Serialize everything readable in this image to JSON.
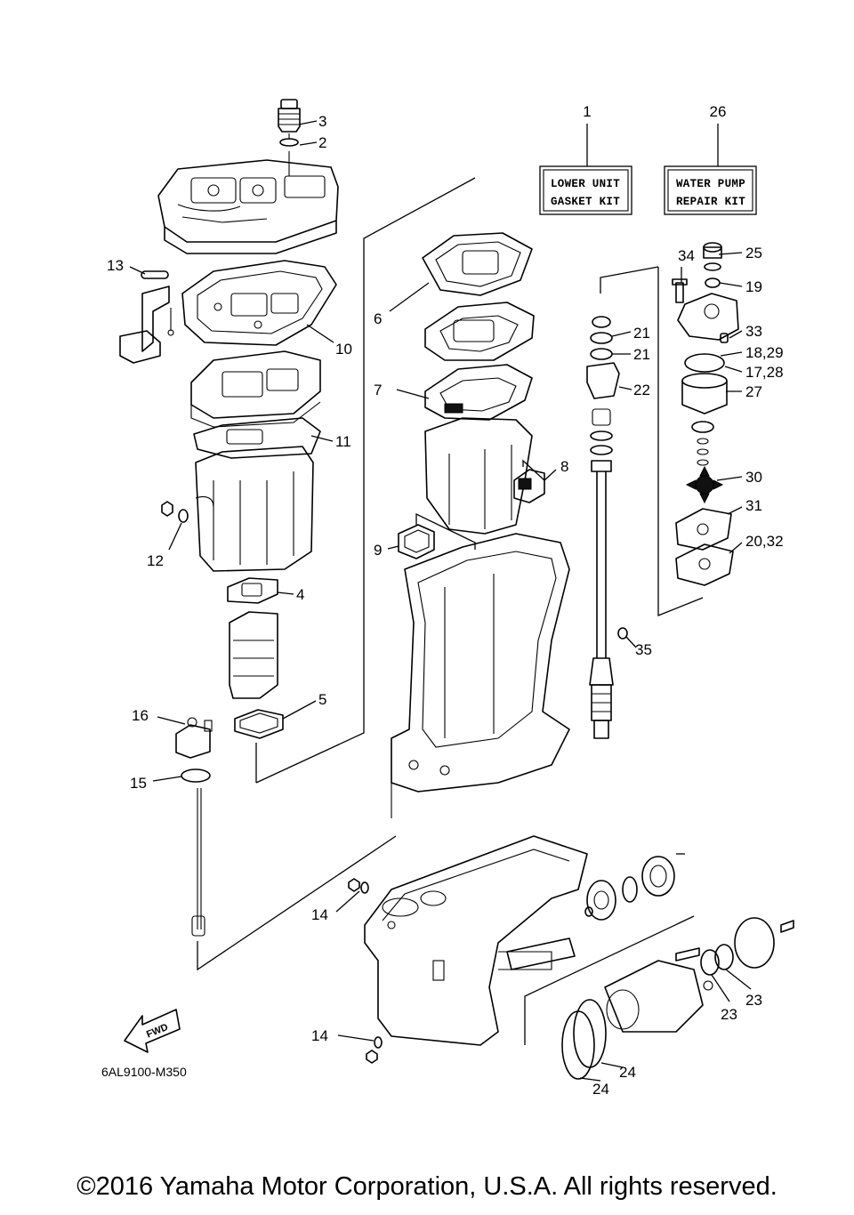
{
  "kits": [
    {
      "number": "1",
      "line1": "LOWER UNIT",
      "line2": "GASKET KIT"
    },
    {
      "number": "26",
      "line1": "WATER PUMP",
      "line2": "REPAIR KIT"
    }
  ],
  "callouts": {
    "c2": "2",
    "c3": "3",
    "c4": "4",
    "c5": "5",
    "c6": "6",
    "c7": "7",
    "c8": "8",
    "c9": "9",
    "c10": "10",
    "c11": "11",
    "c12": "12",
    "c13": "13",
    "c14a": "14",
    "c14b": "14",
    "c15": "15",
    "c16": "16",
    "c17_28": "17,28",
    "c18_29": "18,29",
    "c19": "19",
    "c20_32": "20,32",
    "c21a": "21",
    "c21b": "21",
    "c22": "22",
    "c23a": "23",
    "c23b": "23",
    "c24a": "24",
    "c24b": "24",
    "c25": "25",
    "c27": "27",
    "c30": "30",
    "c31": "31",
    "c33": "33",
    "c34": "34",
    "c35": "35"
  },
  "fwd_label": "FWD",
  "diagram_code": "6AL9100-M350",
  "copyright": "©2016 Yamaha Motor Corporation, U.S.A. All rights reserved."
}
